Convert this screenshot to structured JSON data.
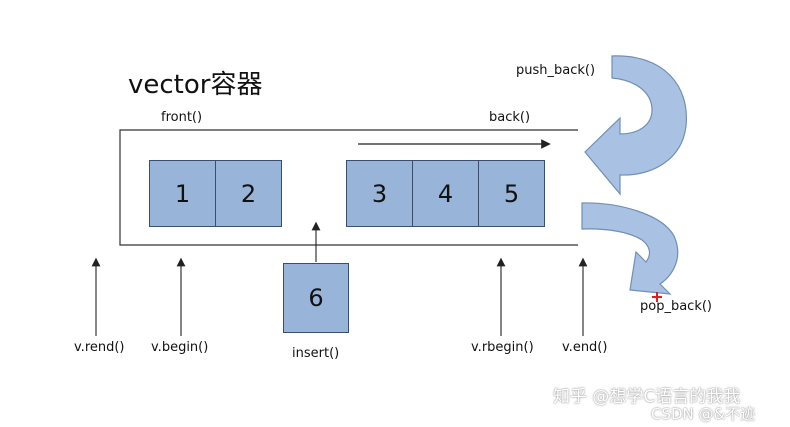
{
  "diagram": {
    "title": "vector容器",
    "labels": {
      "push_back": "push_back()",
      "pop_back": "pop_back()",
      "front": "front()",
      "back": "back()",
      "insert": "insert()",
      "rend": "v.rend()",
      "begin": "v.begin()",
      "rbegin": "v.rbegin()",
      "end": "v.end()"
    },
    "cells": [
      "1",
      "2",
      "3",
      "4",
      "5"
    ],
    "insert_cell": "6",
    "colors": {
      "cell_fill": "#98b4d9",
      "cell_border": "#3a4f6f",
      "arrow_fill": "#a9c2e3",
      "pop_marker": "#e02020"
    }
  },
  "watermark": {
    "line1": "知乎 @想学C语言的我我",
    "line2": "CSDN @&不迹"
  }
}
